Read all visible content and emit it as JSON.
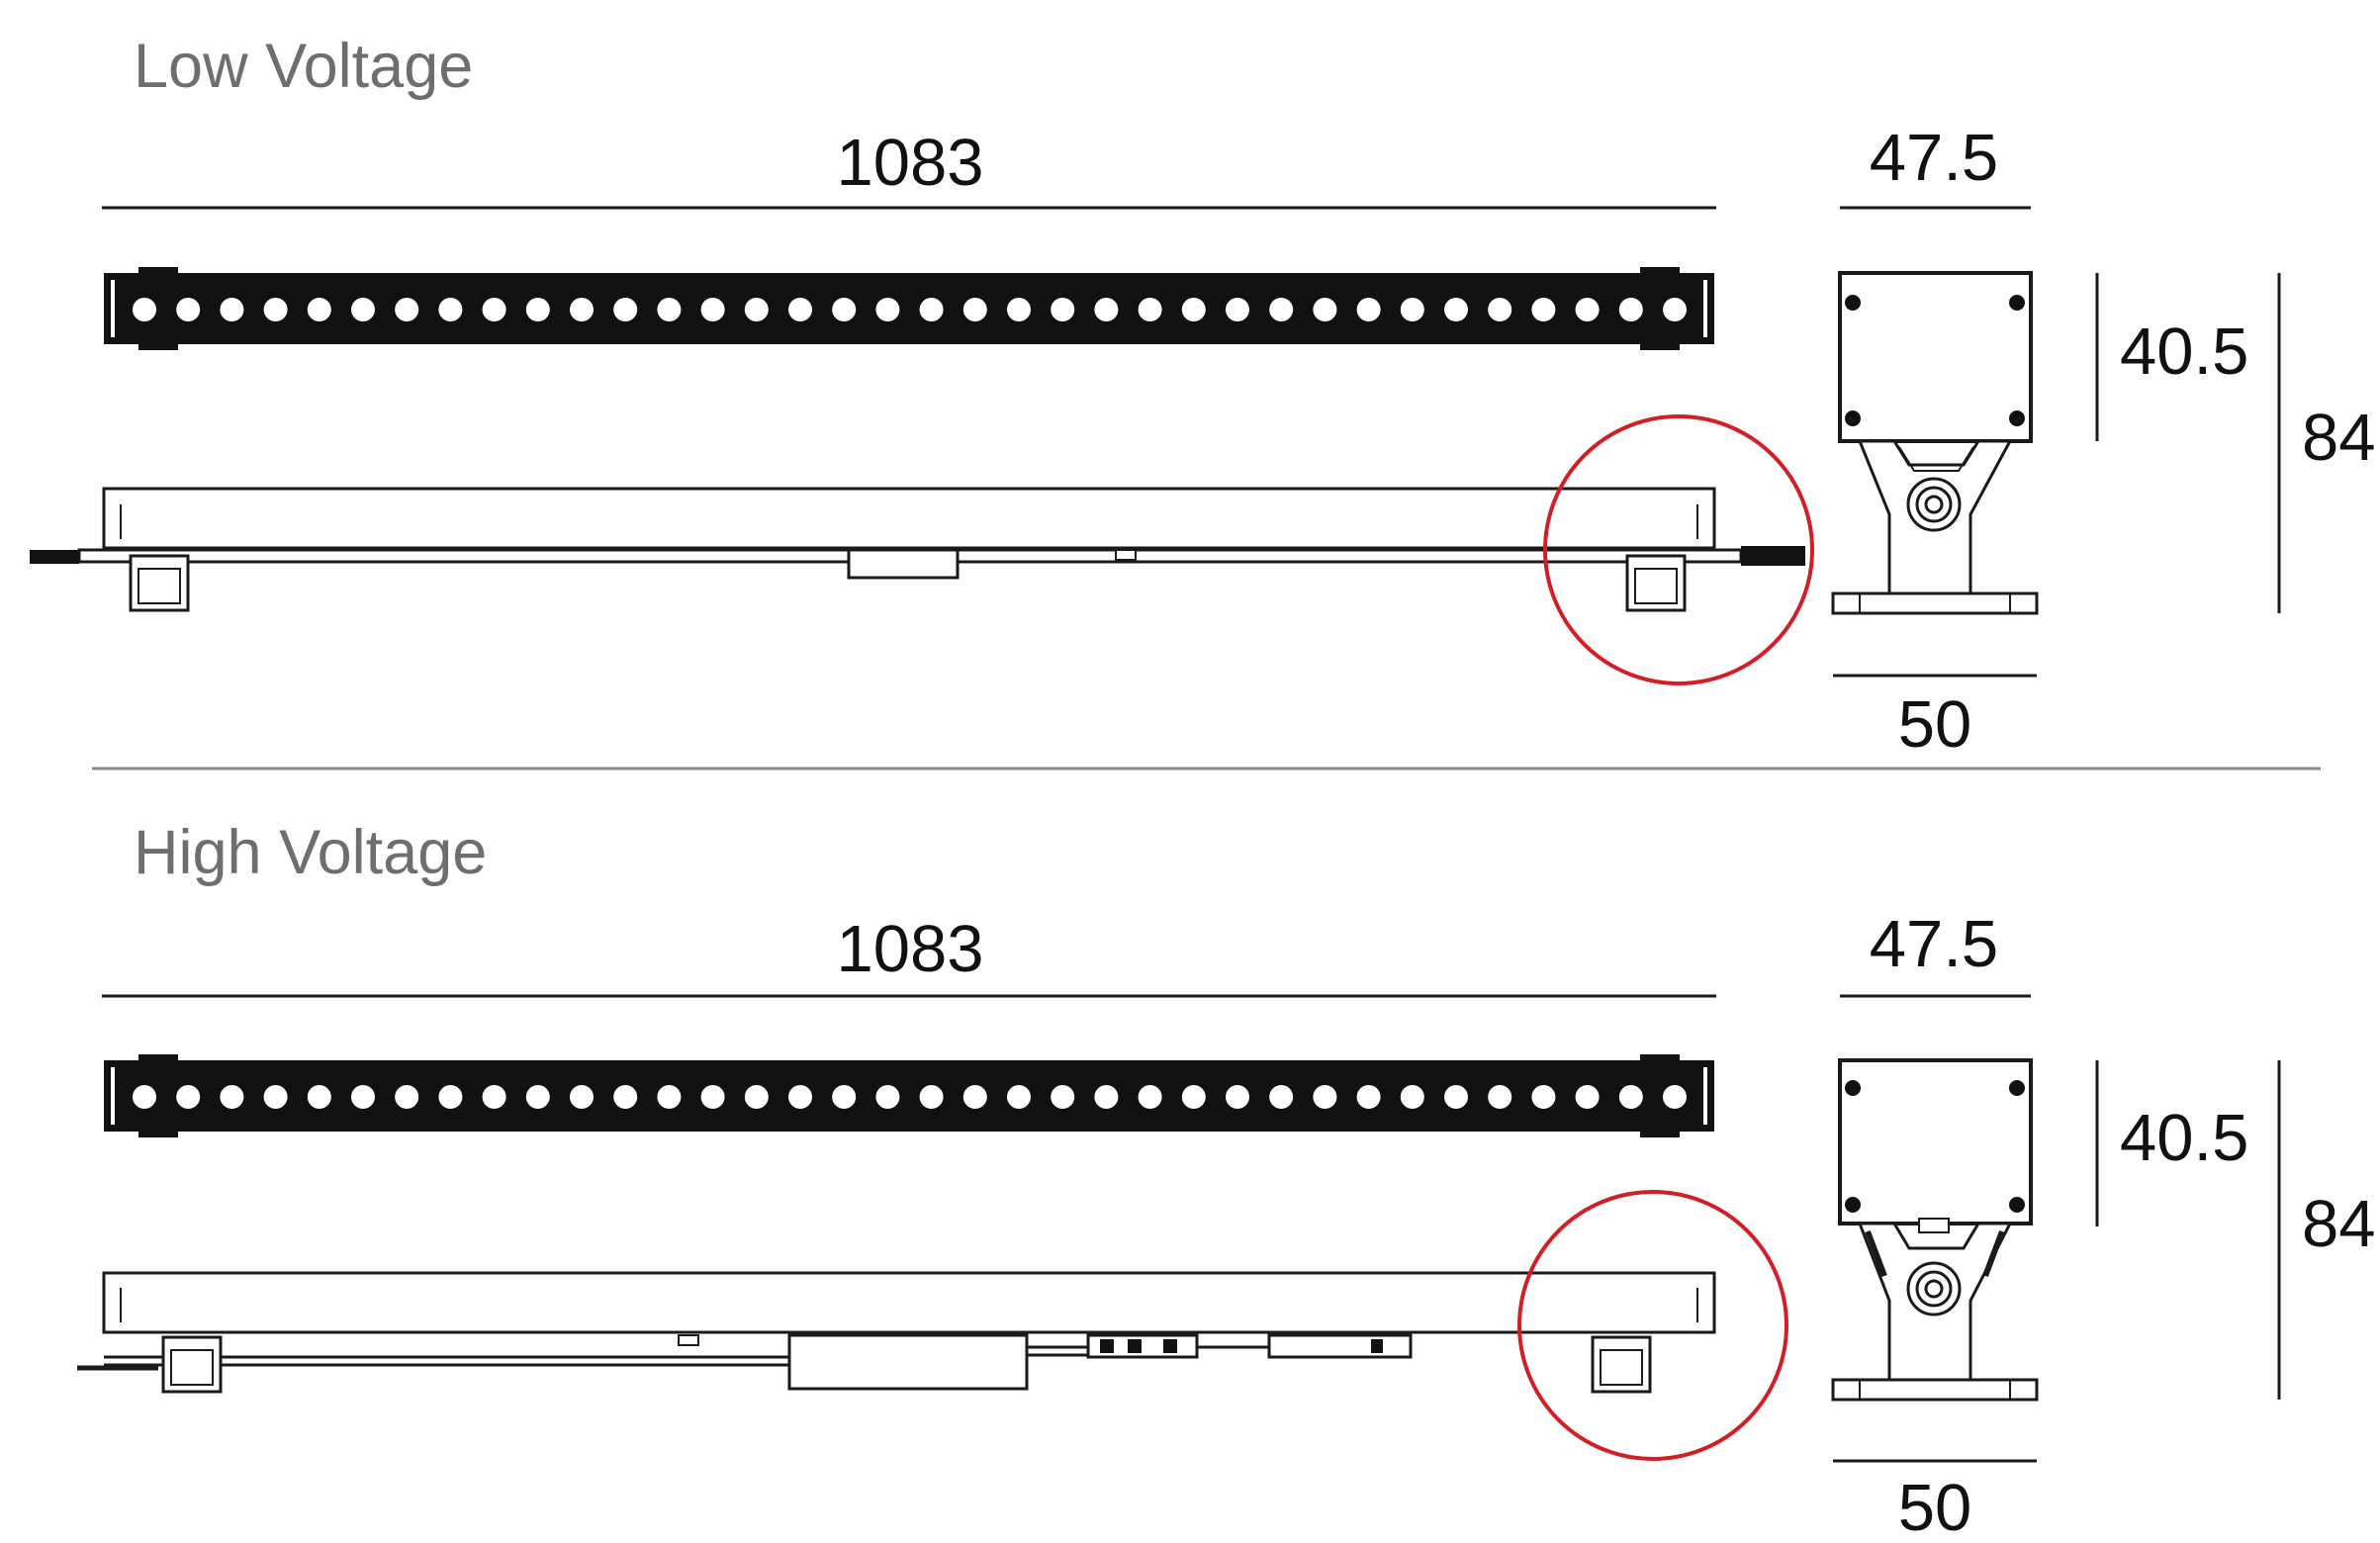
{
  "sections": [
    {
      "title": "Low Voltage",
      "dims": {
        "length": "1083",
        "width": "47.5",
        "body_height": "40.5",
        "total_height": "84",
        "base_width": "50"
      }
    },
    {
      "title": "High Voltage",
      "dims": {
        "length": "1083",
        "width": "47.5",
        "body_height": "40.5",
        "total_height": "84",
        "base_width": "50"
      }
    }
  ],
  "led_count": 36,
  "colors": {
    "line": "#1a1a1a",
    "highlight": "#d21f26",
    "title": "#6e6e6e",
    "divider": "#8a8a8a"
  }
}
